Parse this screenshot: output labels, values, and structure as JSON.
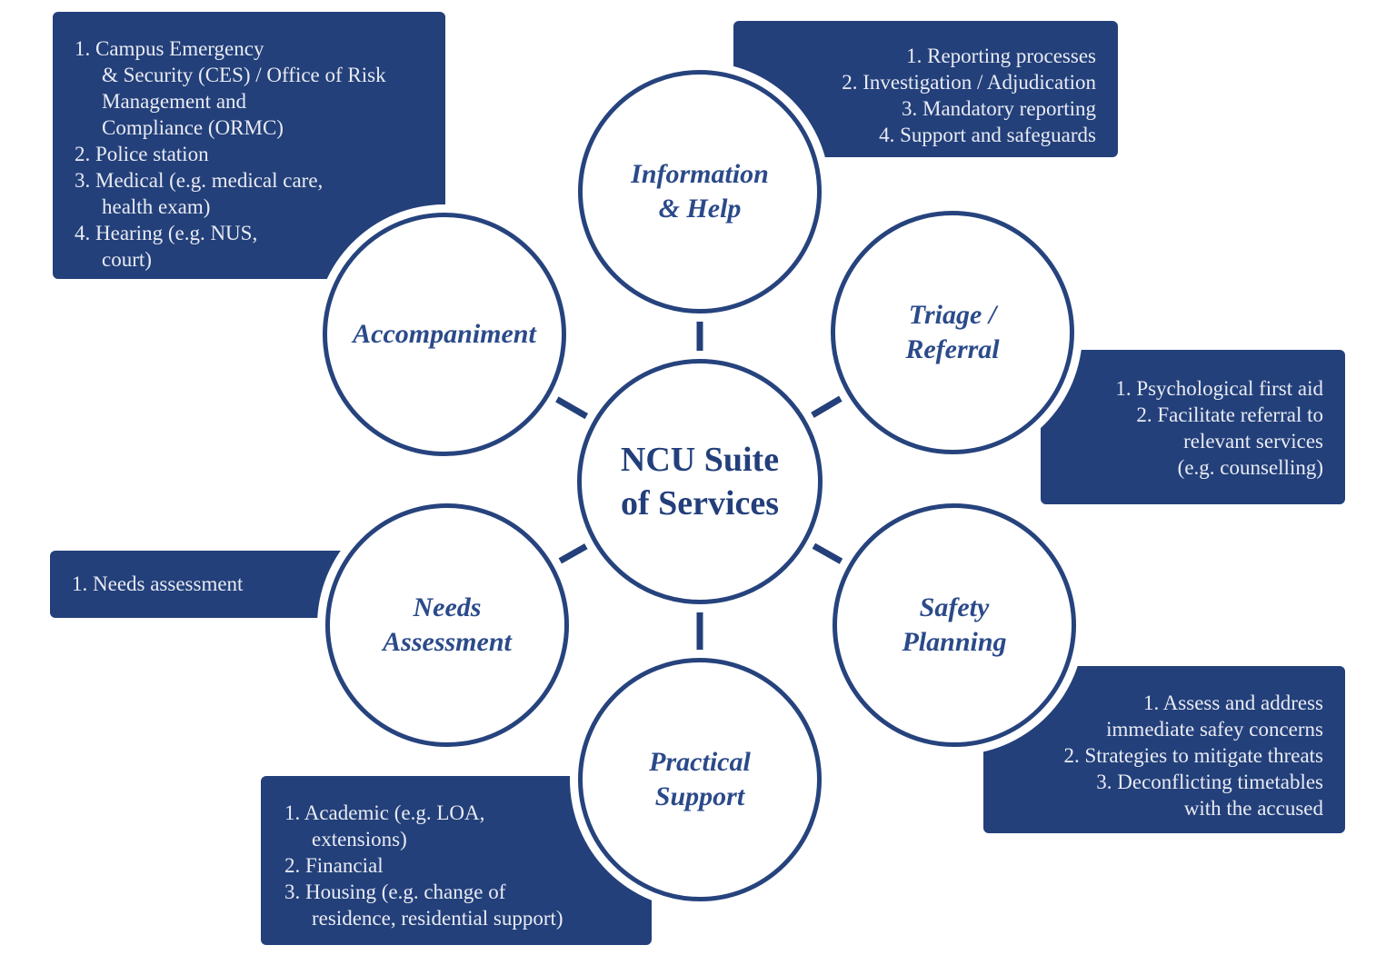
{
  "colors": {
    "background": "#FFFFFF",
    "navy_fill": "#23407A",
    "circle_border": "#26437D",
    "circle_label": "#2B4A8A",
    "center_label": "#233F7B",
    "box_text": "#E9EBF4"
  },
  "diagram": {
    "center": {
      "lines": [
        "NCU Suite",
        "of Services"
      ]
    },
    "circles": {
      "information_help": {
        "lines": [
          "Information",
          "& Help"
        ]
      },
      "triage_referral": {
        "lines": [
          "Triage /",
          "Referral"
        ]
      },
      "accompaniment": {
        "lines": [
          "Accompaniment"
        ]
      },
      "needs_assessment": {
        "lines": [
          "Needs",
          "Assessment"
        ]
      },
      "safety_planning": {
        "lines": [
          "Safety",
          "Planning"
        ]
      },
      "practical_support": {
        "lines": [
          "Practical",
          "Support"
        ]
      }
    },
    "boxes": {
      "accompaniment": {
        "items": [
          "1. Campus Emergency\n& Security (CES) / Office of Risk\nManagement and\nCompliance (ORMC)",
          "2. Police station",
          "3. Medical (e.g. medical care,\nhealth exam)",
          "4. Hearing (e.g. NUS,\ncourt)"
        ]
      },
      "information_help": {
        "items": [
          "1. Reporting processes",
          "2. Investigation / Adjudication",
          "3. Mandatory reporting",
          "4. Support and safeguards"
        ]
      },
      "triage_referral": {
        "items": [
          "1. Psychological first aid",
          "2. Facilitate referral to\nrelevant services\n(e.g. counselling)"
        ]
      },
      "safety_planning": {
        "items": [
          "1. Assess and address\nimmediate safey concerns",
          "2. Strategies to mitigate threats",
          "3. Deconflicting timetables\nwith the accused"
        ]
      },
      "practical_support": {
        "items": [
          "1. Academic (e.g. LOA,\nextensions)",
          "2. Financial",
          "3. Housing (e.g. change of\nresidence, residential support)"
        ]
      },
      "needs_assessment": {
        "items": [
          "1. Needs assessment"
        ]
      }
    }
  }
}
